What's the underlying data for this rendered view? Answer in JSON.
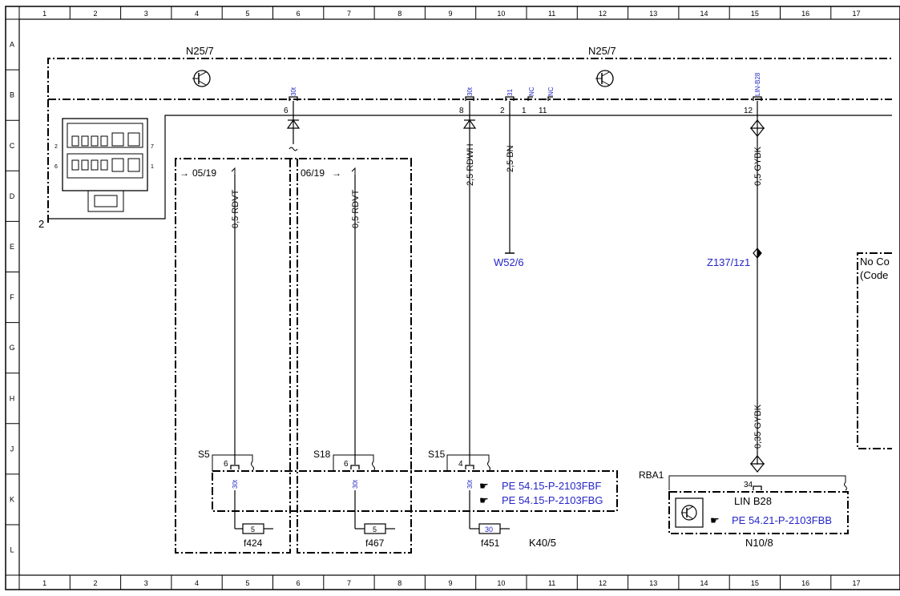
{
  "sheet": {
    "columns": [
      "1",
      "2",
      "3",
      "4",
      "5",
      "6",
      "7",
      "8",
      "9",
      "10",
      "11",
      "12",
      "13",
      "14",
      "15",
      "16",
      "17"
    ],
    "rows": [
      "A",
      "B",
      "C",
      "D",
      "E",
      "F",
      "G",
      "H",
      "J",
      "K",
      "L"
    ]
  },
  "control_unit": {
    "name_left": "N25/7",
    "name_right": "N25/7",
    "connector_number": "2",
    "connector_pin_left_top": "2",
    "connector_pin_right_top": "7",
    "connector_pin_left_bottom": "6",
    "connector_pin_right_bottom": "1",
    "pins": [
      {
        "num": "6",
        "signal": "30t"
      },
      {
        "num": "8",
        "signal": "30t"
      },
      {
        "num": "2",
        "signal": "31"
      },
      {
        "num": "1",
        "signal": "NC"
      },
      {
        "num": "11",
        "signal": "NC"
      },
      {
        "num": "12",
        "signal": "LIN-B28"
      }
    ]
  },
  "variants": [
    {
      "label": "05/19",
      "arrow": "→"
    },
    {
      "label": "06/19",
      "arrow": "→"
    }
  ],
  "wires": [
    {
      "spec": "0,5 RDVT"
    },
    {
      "spec": "0,5 RDVT"
    },
    {
      "spec": "2,5 RDWH"
    },
    {
      "spec": "2,5 BN"
    },
    {
      "spec": "0,5 GYBK"
    },
    {
      "spec": "0,35 GYBK"
    }
  ],
  "ground": {
    "ref": "W52/6"
  },
  "splice": {
    "ref": "Z137/1z1"
  },
  "note_box": {
    "line1": "No Co",
    "line2": "(Code"
  },
  "fuse_module": {
    "name": "K40/5",
    "slots": [
      {
        "slot": "S5",
        "pin": "6",
        "signal": "30t",
        "fuse_rating": "5",
        "fuse_id": "f424"
      },
      {
        "slot": "S18",
        "pin": "6",
        "signal": "30t",
        "fuse_rating": "5",
        "fuse_id": "f467"
      },
      {
        "slot": "S15",
        "pin": "4",
        "signal": "30t",
        "fuse_rating": "30",
        "fuse_id": "f451"
      }
    ],
    "refs": [
      "PE 54.15-P-2103FBF",
      "PE 54.15-P-2103FBG"
    ]
  },
  "lin_module": {
    "connector": "RBA1",
    "pin": "34",
    "label": "LIN B28",
    "ref": "PE 54.21-P-2103FBB",
    "name": "N10/8"
  },
  "ref_glyph": "☛",
  "colors": {
    "line": "#000000",
    "ref_text": "#2525c8"
  }
}
